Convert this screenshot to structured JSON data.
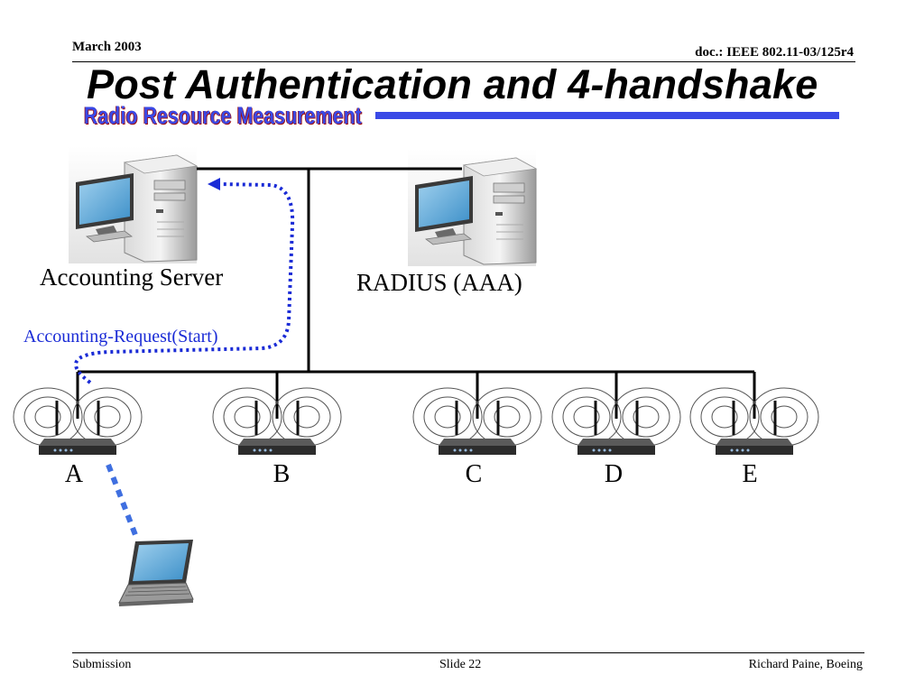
{
  "header": {
    "date": "March 2003",
    "doc_id": "doc.: IEEE 802.11-03/125r4"
  },
  "title": "Post Authentication and 4-handshake",
  "subtitle": "Radio Resource Measurement",
  "diagram": {
    "accounting_server_label": "Accounting Server",
    "radius_label": "RADIUS (AAA)",
    "message_label": "Accounting-Request(Start)",
    "access_points": [
      "A",
      "B",
      "C",
      "D",
      "E"
    ]
  },
  "footer": {
    "left": "Submission",
    "center": "Slide 22",
    "right": "Richard Paine, Boeing"
  },
  "colors": {
    "accent_blue": "#3a49e6",
    "message_blue": "#1a2bd6",
    "wireless_link_blue": "#3f6fe0"
  },
  "icons": [
    "desktop-computer-icon",
    "wireless-router-icon",
    "laptop-icon"
  ]
}
